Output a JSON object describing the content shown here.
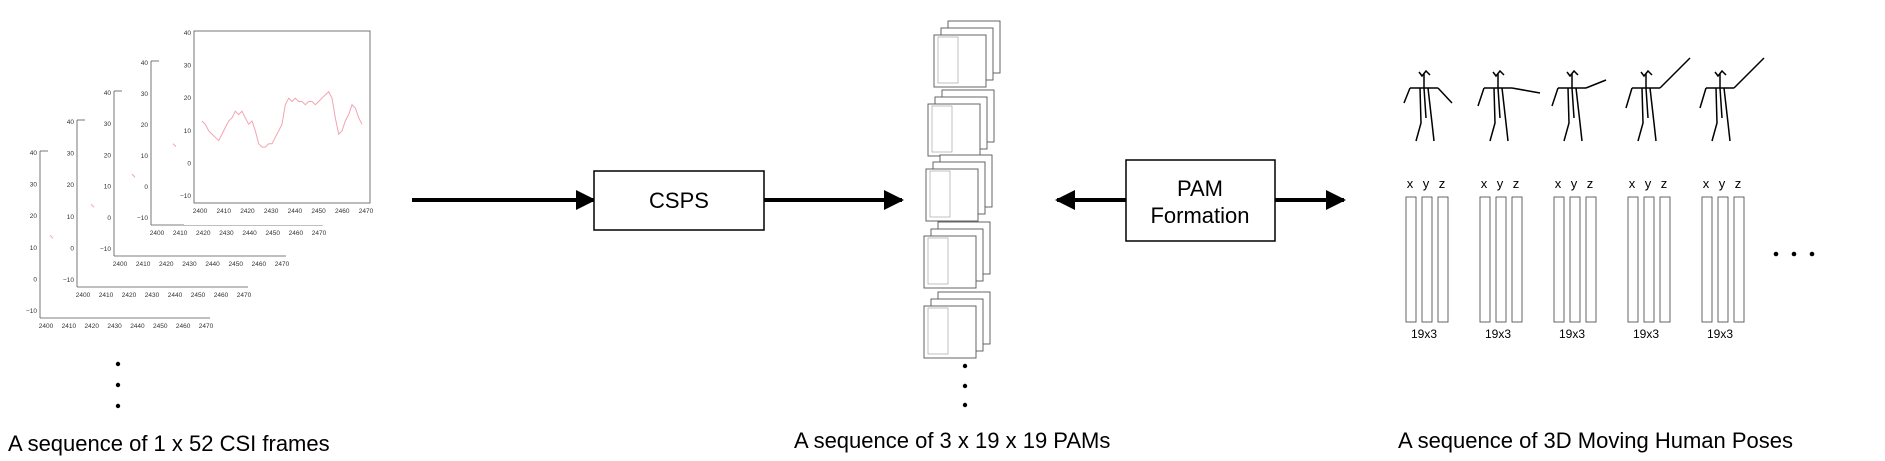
{
  "boxes": {
    "csps": "CSPS",
    "pam_line1": "PAM",
    "pam_line2": "Formation"
  },
  "captions": {
    "csi": "A sequence of 1 x 52 CSI frames",
    "pams": "A sequence of  3 x 19 x 19 PAMs",
    "poses": "A sequence of 3D Moving Human Poses"
  },
  "csi_plot": {
    "y_ticks": [
      "40",
      "30",
      "20",
      "10",
      "0",
      "−10"
    ],
    "x_ticks": [
      "2400",
      "2410",
      "2420",
      "2430",
      "2440",
      "2450",
      "2460",
      "2470"
    ],
    "line_color": "#f4a3b1"
  },
  "poses": {
    "coord_labels": [
      "x",
      "y",
      "z"
    ],
    "dims_label": "19x3",
    "count": 5
  }
}
